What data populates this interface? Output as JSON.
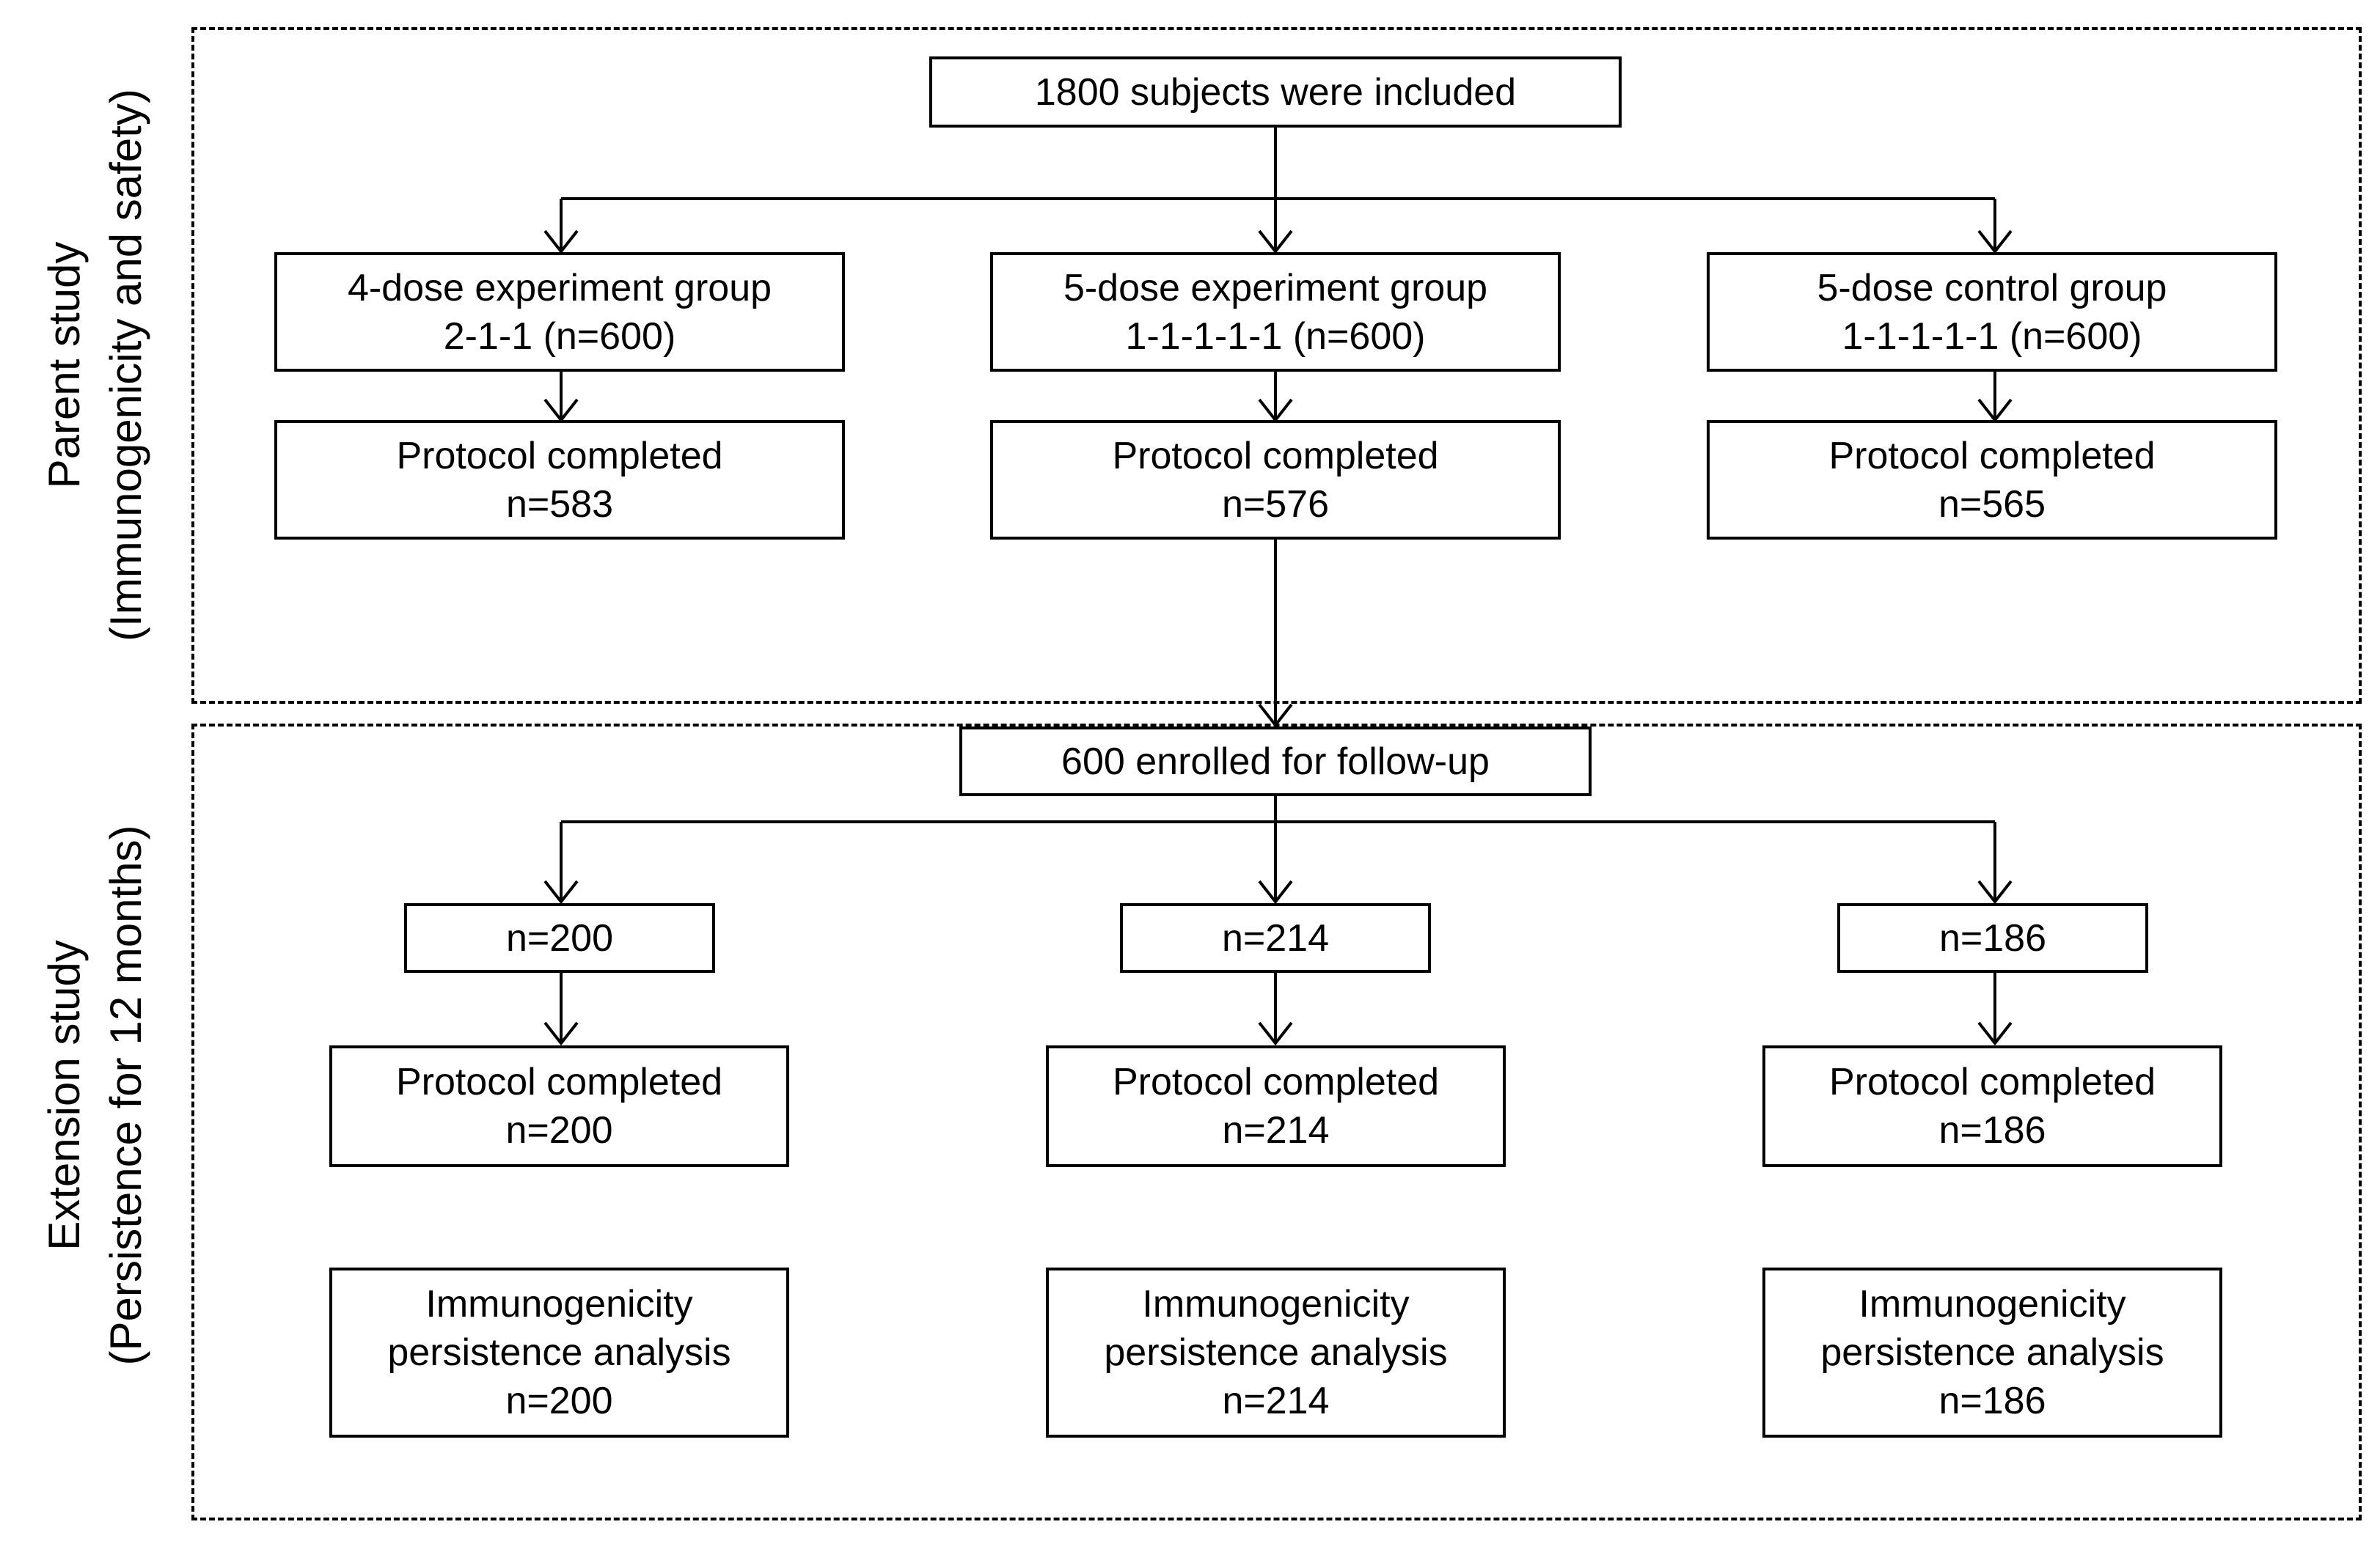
{
  "parent_study": {
    "label_line1": "Parent study",
    "label_line2": "(Immunogenicity and safety)",
    "top_box": "1800 subjects were included",
    "groups": [
      {
        "line1": "4-dose experiment group",
        "line2": "2-1-1 (n=600)",
        "completed_label": "Protocol completed",
        "completed_n": "n=583"
      },
      {
        "line1": "5-dose experiment group",
        "line2": "1-1-1-1-1 (n=600)",
        "completed_label": "Protocol completed",
        "completed_n": "n=576"
      },
      {
        "line1": "5-dose control group",
        "line2": "1-1-1-1-1 (n=600)",
        "completed_label": "Protocol completed",
        "completed_n": "n=565"
      }
    ]
  },
  "extension_study": {
    "label_line1": "Extension study",
    "label_line2": "(Persistence for 12 months)",
    "top_box": "600 enrolled for follow-up",
    "groups": [
      {
        "n_box": "n=200",
        "completed_label": "Protocol completed",
        "completed_n": "n=200",
        "analysis_line1": "Immunogenicity",
        "analysis_line2": "persistence analysis",
        "analysis_n": "n=200"
      },
      {
        "n_box": "n=214",
        "completed_label": "Protocol completed",
        "completed_n": "n=214",
        "analysis_line1": "Immunogenicity",
        "analysis_line2": "persistence analysis",
        "analysis_n": "n=214"
      },
      {
        "n_box": "n=186",
        "completed_label": "Protocol completed",
        "completed_n": "n=186",
        "analysis_line1": "Immunogenicity",
        "analysis_line2": "persistence analysis",
        "analysis_n": "n=186"
      }
    ]
  }
}
